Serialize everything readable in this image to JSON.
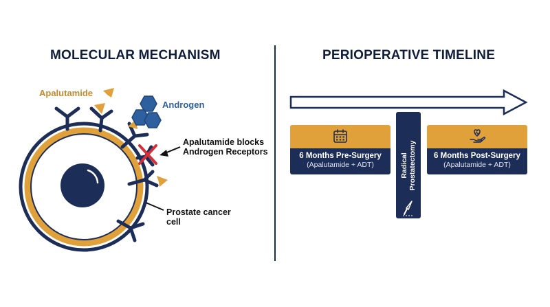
{
  "molecular": {
    "title": "MOLECULAR MECHANISM",
    "apalutamide_label": "Apalutamide",
    "androgen_label": "Androgen",
    "block_label": "Apalutamide blocks Androgen Receptors",
    "cell_label": "Prostate cancer cell"
  },
  "timeline": {
    "title": "PERIOPERATIVE TIMELINE",
    "pre": {
      "duration": "6 Months Pre-Surgery",
      "treatment": "(Apalutamide + ADT)",
      "icon": "calendar-icon"
    },
    "surgery": {
      "line1": "Radical",
      "line2": "Prostatectomy",
      "icon": "scalpel-icon"
    },
    "post": {
      "duration": "6 Months Post-Surgery",
      "treatment": "(Apalutamide + ADT)",
      "icon": "heart-hand-icon"
    }
  },
  "colors": {
    "navy": "#1c2d57",
    "gold": "#e0a03a",
    "apalutamide_gold": "#c48a2c",
    "androgen_blue": "#2e5f9e",
    "block_red": "#d2313a"
  }
}
